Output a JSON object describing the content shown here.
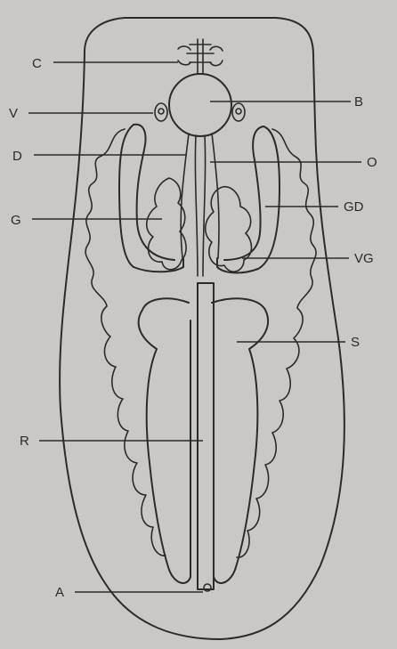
{
  "labels": {
    "C": "C",
    "V": "V",
    "D": "D",
    "G": "G",
    "R": "R",
    "A": "A",
    "B": "B",
    "O": "O",
    "GD": "GD",
    "VG": "VG",
    "S": "S"
  }
}
